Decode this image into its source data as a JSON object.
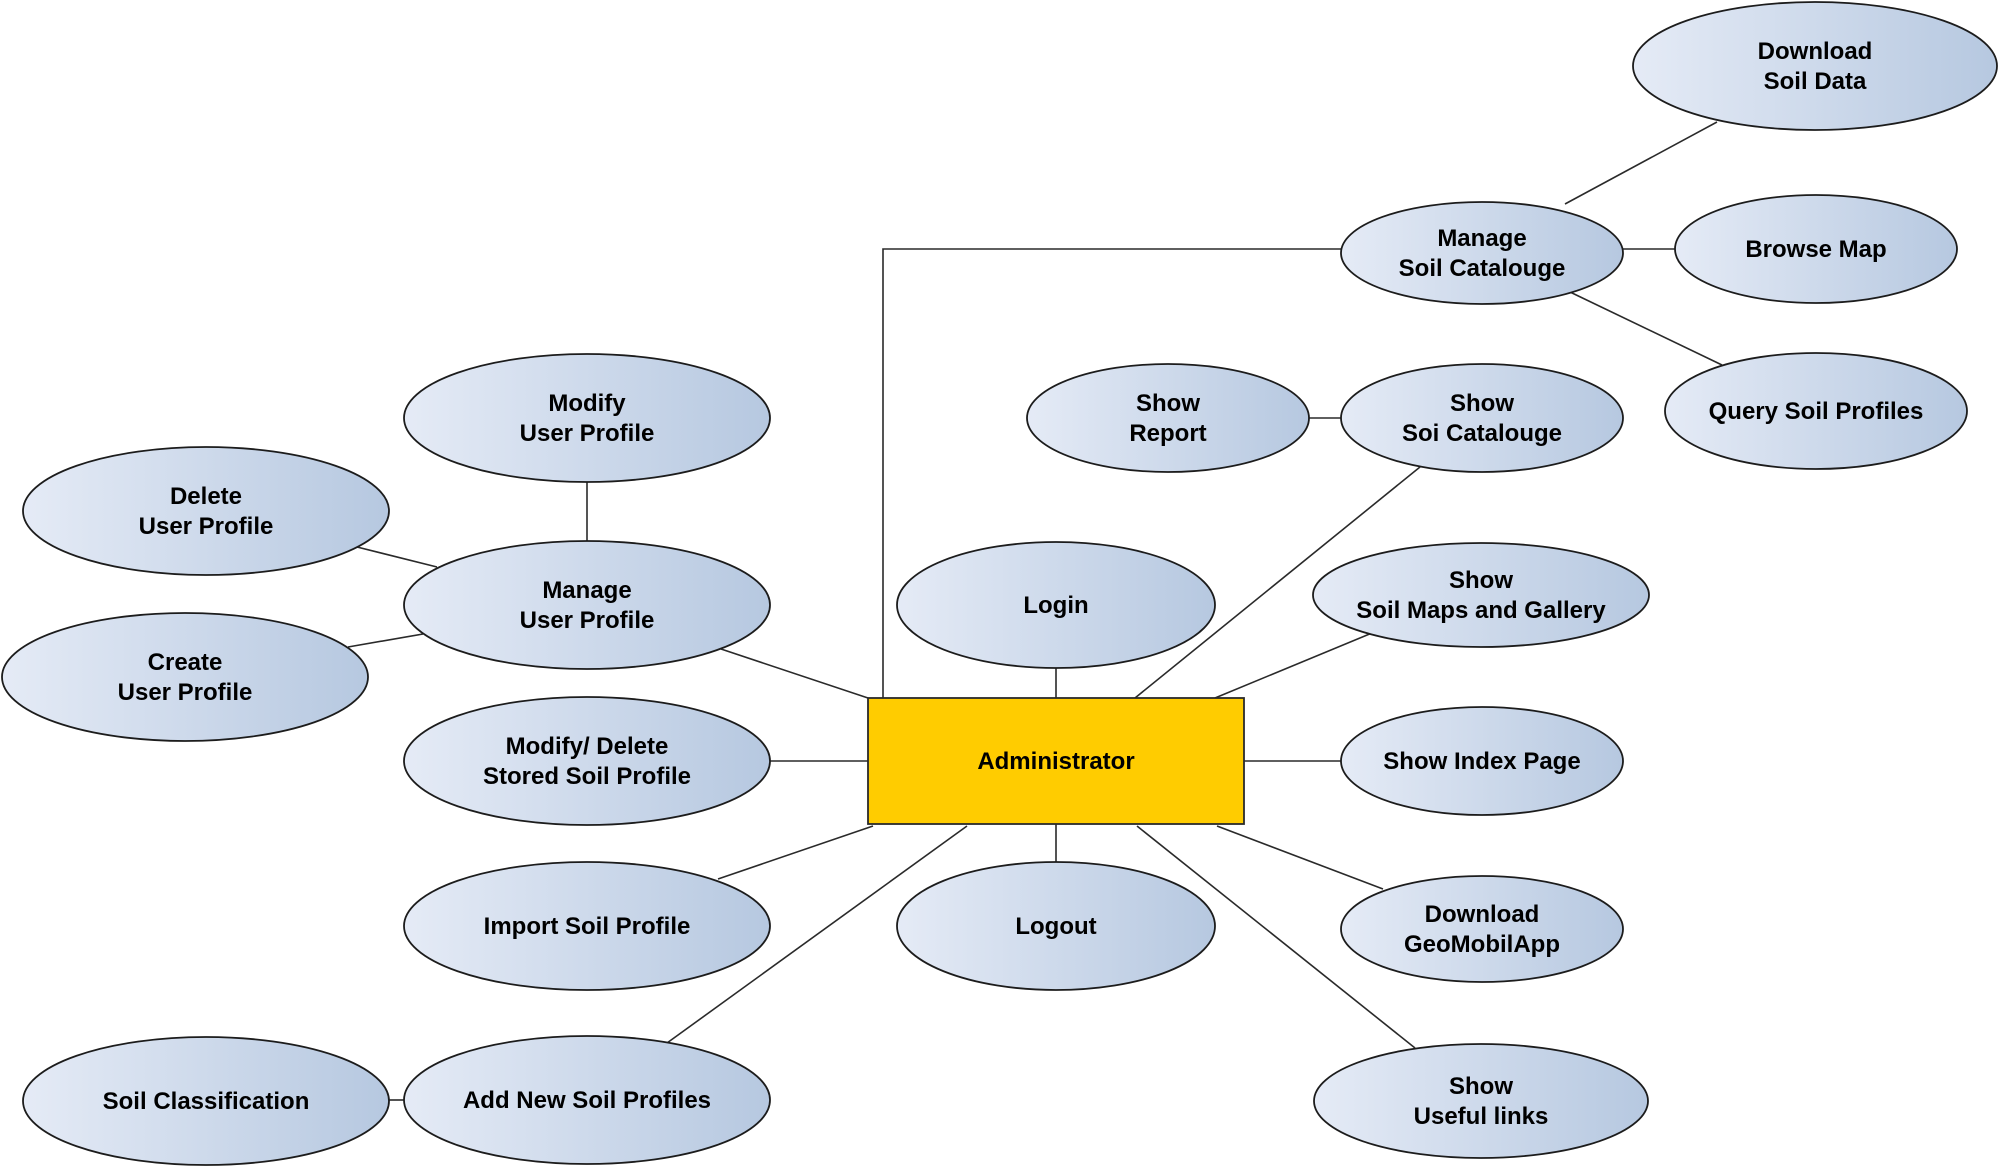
{
  "diagram": {
    "type": "use-case",
    "colors": {
      "actor_fill": "#ffcc00",
      "usecase_gradient_start": "#e5ebf6",
      "usecase_gradient_end": "#b6c8e0",
      "stroke": "#222222"
    },
    "actor": {
      "id": "administrator",
      "label": [
        "Administrator"
      ]
    },
    "use_cases": [
      {
        "id": "download-soil-data",
        "label": [
          "Download",
          "Soil Data"
        ]
      },
      {
        "id": "manage-soil-catalouge",
        "label": [
          "Manage",
          "Soil Catalouge"
        ]
      },
      {
        "id": "browse-map",
        "label": [
          "Browse Map"
        ]
      },
      {
        "id": "query-soil-profiles",
        "label": [
          "Query Soil Profiles"
        ]
      },
      {
        "id": "show-report",
        "label": [
          "Show",
          "Report"
        ]
      },
      {
        "id": "show-soi-catalouge",
        "label": [
          "Show",
          "Soi Catalouge"
        ]
      },
      {
        "id": "show-soil-maps-and-gallery",
        "label": [
          "Show",
          "Soil Maps and Gallery"
        ]
      },
      {
        "id": "show-index-page",
        "label": [
          "Show Index Page"
        ]
      },
      {
        "id": "download-geomobilapp",
        "label": [
          "Download",
          "GeoMobilApp"
        ]
      },
      {
        "id": "show-useful-links",
        "label": [
          "Show",
          "Useful links"
        ]
      },
      {
        "id": "login",
        "label": [
          "Login"
        ]
      },
      {
        "id": "logout",
        "label": [
          "Logout"
        ]
      },
      {
        "id": "modify-user-profile",
        "label": [
          "Modify",
          "User Profile"
        ]
      },
      {
        "id": "delete-user-profile",
        "label": [
          "Delete",
          "User Profile"
        ]
      },
      {
        "id": "manage-user-profile",
        "label": [
          "Manage",
          "User Profile"
        ]
      },
      {
        "id": "create-user-profile",
        "label": [
          "Create",
          "User Profile"
        ]
      },
      {
        "id": "modify-delete-stored-soil-profile",
        "label": [
          "Modify/ Delete",
          "Stored Soil Profile"
        ]
      },
      {
        "id": "import-soil-profile",
        "label": [
          "Import Soil Profile"
        ]
      },
      {
        "id": "add-new-soil-profiles",
        "label": [
          "Add New Soil Profiles"
        ]
      },
      {
        "id": "soil-classification",
        "label": [
          "Soil Classification"
        ]
      }
    ],
    "connections": [
      [
        "administrator",
        "manage-soil-catalouge"
      ],
      [
        "manage-soil-catalouge",
        "download-soil-data"
      ],
      [
        "manage-soil-catalouge",
        "browse-map"
      ],
      [
        "manage-soil-catalouge",
        "query-soil-profiles"
      ],
      [
        "administrator",
        "show-soi-catalouge"
      ],
      [
        "show-soi-catalouge",
        "show-report"
      ],
      [
        "administrator",
        "show-soil-maps-and-gallery"
      ],
      [
        "administrator",
        "show-index-page"
      ],
      [
        "administrator",
        "download-geomobilapp"
      ],
      [
        "administrator",
        "show-useful-links"
      ],
      [
        "administrator",
        "login"
      ],
      [
        "administrator",
        "logout"
      ],
      [
        "administrator",
        "manage-user-profile"
      ],
      [
        "manage-user-profile",
        "modify-user-profile"
      ],
      [
        "manage-user-profile",
        "delete-user-profile"
      ],
      [
        "manage-user-profile",
        "create-user-profile"
      ],
      [
        "administrator",
        "modify-delete-stored-soil-profile"
      ],
      [
        "administrator",
        "import-soil-profile"
      ],
      [
        "administrator",
        "add-new-soil-profiles"
      ],
      [
        "add-new-soil-profiles",
        "soil-classification"
      ]
    ]
  }
}
